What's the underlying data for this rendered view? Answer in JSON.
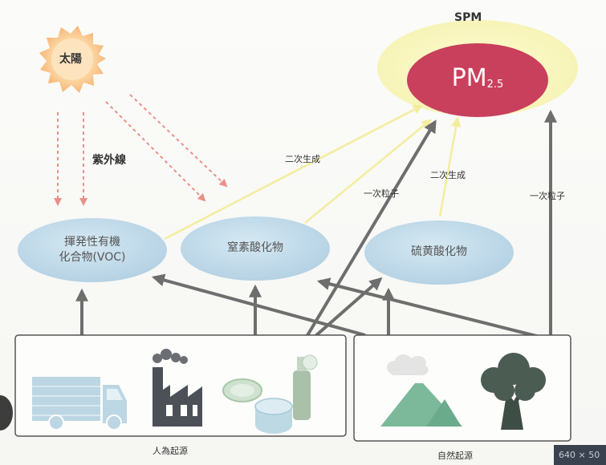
{
  "sun": {
    "label": "太陽"
  },
  "uv": {
    "label": "紫外線"
  },
  "spm": {
    "title": "SPM",
    "pm_main": "PM",
    "pm_sub": "2.5"
  },
  "compounds": {
    "voc": {
      "line1": "揮発性有機",
      "line2": "化合物(VOC)"
    },
    "nox": {
      "label": "窒素酸化物"
    },
    "sox": {
      "label": "硫黄酸化物"
    }
  },
  "arrow_labels": {
    "secondary_1": "二次生成",
    "secondary_2": "二次生成",
    "primary_1": "一次粒子",
    "primary_2": "一次粒子"
  },
  "sources": {
    "human": {
      "label": "人為起源"
    },
    "natural": {
      "label": "自然起源"
    }
  },
  "badge": "640 × 50"
}
